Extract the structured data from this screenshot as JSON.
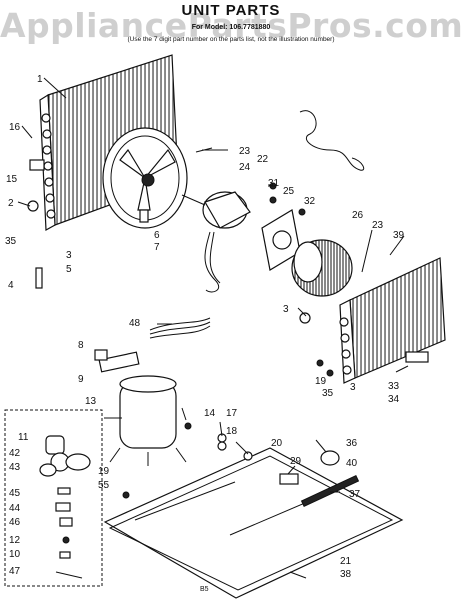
{
  "watermark": "AppliancePartsPros.com",
  "header": {
    "title": "UNIT PARTS",
    "model": "For Model: 106.7781880",
    "note": "(Use the 7 digit part number on the parts list, not the illustration number)"
  },
  "footer": {
    "code": "B5"
  },
  "callouts": [
    "1",
    "16",
    "15",
    "2",
    "35",
    "5",
    "4",
    "3",
    "23",
    "22",
    "24",
    "31",
    "25",
    "32",
    "26",
    "39",
    "6",
    "7",
    "48",
    "8",
    "9",
    "13",
    "14",
    "17",
    "18",
    "20",
    "36",
    "29",
    "40",
    "37",
    "11",
    "42",
    "43",
    "45",
    "44",
    "46",
    "12",
    "10",
    "47",
    "19",
    "55",
    "21",
    "38",
    "33",
    "34"
  ]
}
